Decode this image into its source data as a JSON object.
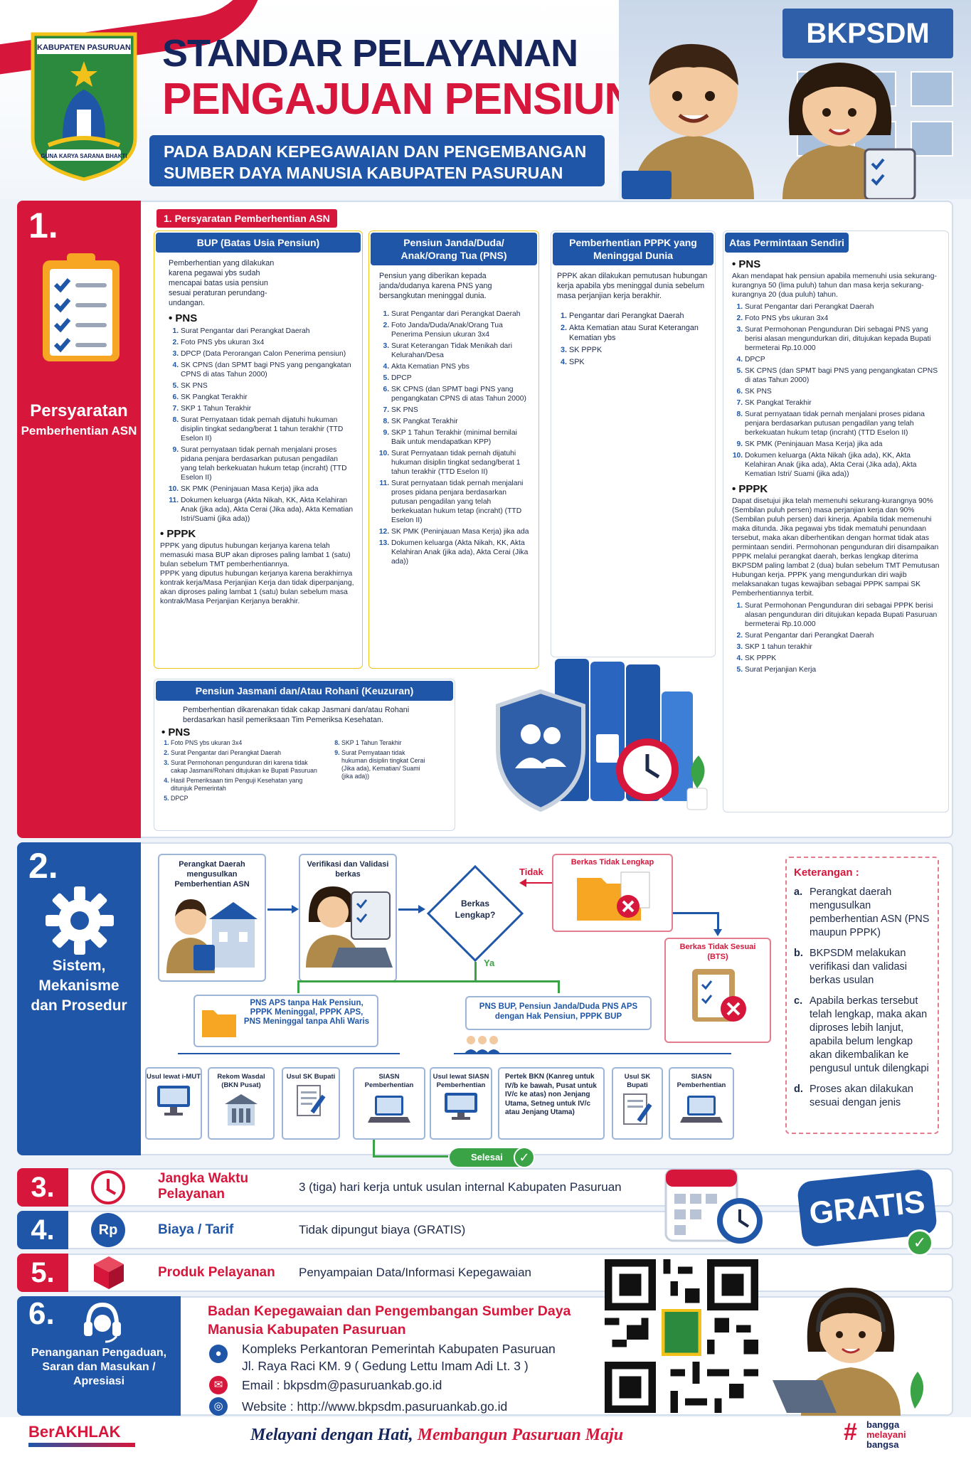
{
  "header": {
    "emblem_text": "KABUPATEN PASURUAN",
    "emblem_motto": "GUNA KARYA SARANA BHAKTI",
    "title_line1": "STANDAR PELAYANAN",
    "title_line2": "PENGAJUAN PENSIUN",
    "subtitle_line1": "PADA BADAN KEPEGAWAIAN DAN PENGEMBANGAN",
    "subtitle_line2": "SUMBER DAYA MANUSIA KABUPATEN PASURUAN",
    "building_sign": "BKPSDM"
  },
  "section1": {
    "number": "1.",
    "side_label": "Persyaratan",
    "side_sub": "Pemberhentian ASN",
    "tag": "1. Persyaratan Pemberhentian ASN",
    "bup": {
      "title": "BUP (Batas Usia Pensiun)",
      "intro": "Pemberhentian yang dilakukan karena pegawai ybs sudah mencapai batas usia pensiun sesuai peraturan perundang-undangan.",
      "pns_label": "PNS",
      "pns_items": [
        "Surat Pengantar dari Perangkat Daerah",
        "Foto PNS ybs ukuran 3x4",
        "DPCP (Data Perorangan Calon Penerima pensiun)",
        "SK CPNS (dan SPMT bagi PNS yang pengangkatan CPNS di atas Tahun 2000)",
        "SK PNS",
        "SK Pangkat Terakhir",
        "SKP 1 Tahun Terakhir",
        "Surat Pernyataan tidak pernah dijatuhi hukuman disiplin tingkat sedang/berat 1 tahun terakhir (TTD Eselon II)",
        "Surat pernyataan tidak pernah menjalani proses pidana penjara berdasarkan putusan pengadilan yang telah berkekuatan hukum tetap (incraht) (TTD Eselon II)",
        "SK PMK (Peninjauan Masa Kerja) jika ada",
        "Dokumen keluarga (Akta Nikah, KK, Akta Kelahiran Anak (jika ada), Akta Cerai (Jika ada), Akta Kematian Istri/Suami (jika ada))"
      ],
      "pppk_label": "PPPK",
      "pppk_text1": "PPPK yang diputus hubungan kerjanya karena telah memasuki masa BUP akan diproses paling lambat 1 (satu) bulan sebelum TMT pemberhentiannya.",
      "pppk_text2": "PPPK yang diputus hubungan kerjanya karena berakhirnya kontrak kerja/Masa Perjanjian Kerja dan tidak diperpanjang, akan diproses paling lambat 1 (satu) bulan sebelum masa kontrak/Masa Perjanjian Kerjanya berakhir."
    },
    "janda": {
      "title": "Pensiun Janda/Duda/ Anak/Orang Tua (PNS)",
      "intro": "Pensiun yang diberikan kepada janda/dudanya karena PNS yang bersangkutan meninggal dunia.",
      "items": [
        "Surat Pengantar dari Perangkat Daerah",
        "Foto Janda/Duda/Anak/Orang Tua Penerima Pensiun ukuran 3x4",
        "Surat Keterangan Tidak Menikah dari Kelurahan/Desa",
        "Akta Kematian PNS ybs",
        "DPCP",
        "SK CPNS (dan SPMT bagi PNS yang pengangkatan CPNS di atas Tahun 2000)",
        "SK PNS",
        "SK Pangkat Terakhir",
        "SKP 1 Tahun Terakhir (minimal bernilai Baik untuk mendapatkan KPP)",
        "Surat Pernyataan tidak pernah dijatuhi hukuman disiplin tingkat sedang/berat 1 tahun terakhir (TTD Eselon II)",
        "Surat pernyataan tidak pernah menjalani proses pidana penjara berdasarkan putusan pengadilan yang telah berkekuatan hukum tetap (incraht) (TTD Eselon II)",
        "SK PMK (Peninjauan Masa Kerja) jika ada",
        "Dokumen keluarga (Akta Nikah, KK, Akta Kelahiran Anak (jika ada), Akta Cerai (Jika ada))"
      ]
    },
    "pppk_md": {
      "title": "Pemberhentian PPPK yang Meninggal Dunia",
      "intro": "PPPK akan dilakukan pemutusan hubungan kerja apabila ybs meninggal dunia sebelum masa perjanjian kerja berakhir.",
      "items": [
        "Pengantar dari Perangkat Daerah",
        "Akta Kematian atau Surat Keterangan Kematian ybs",
        "SK PPPK",
        "SPK"
      ]
    },
    "aps": {
      "title": "Atas Permintaan Sendiri",
      "pns_label": "PNS",
      "pns_intro": "Akan mendapat hak pensiun apabila memenuhi usia sekurang-kurangnya 50 (lima puluh) tahun dan masa kerja sekurang-kurangnya 20 (dua puluh) tahun.",
      "pns_items": [
        "Surat Pengantar dari Perangkat Daerah",
        "Foto PNS ybs ukuran 3x4",
        "Surat Permohonan Pengunduran Diri sebagai PNS yang berisi alasan mengundurkan diri, ditujukan kepada Bupati bermeterai Rp.10.000",
        "DPCP",
        "SK CPNS (dan SPMT bagi PNS yang pengangkatan CPNS di atas Tahun 2000)",
        "SK PNS",
        "SK Pangkat Terakhir",
        "Surat pernyataan tidak pernah menjalani proses pidana penjara berdasarkan putusan pengadilan yang telah berkekuatan hukum tetap (incraht) (TTD Eselon II)",
        "SK PMK (Peninjauan Masa Kerja) jika ada",
        "Dokumen keluarga (Akta Nikah (jika ada), KK, Akta Kelahiran Anak (jika ada), Akta Cerai (Jika ada), Akta Kematian Istri/ Suami (jika ada))"
      ],
      "pppk_label": "PPPK",
      "pppk_text": "Dapat disetujui jika telah memenuhi sekurang-kurangnya 90% (Sembilan puluh persen) masa perjanjian kerja dan 90% (Sembilan puluh persen) dari kinerja. Apabila tidak memenuhi maka ditunda. Jika pegawai ybs tidak mematuhi penundaan tersebut, maka akan diberhentikan dengan hormat tidak atas permintaan sendiri. Permohonan pengunduran diri disampaikan PPPK melalui perangkat daerah, berkas lengkap diterima BKPSDM paling lambat 2 (dua) bulan sebelum TMT Pemutusan Hubungan kerja. PPPK yang mengundurkan diri wajib melaksanakan tugas kewajiban sebagai PPPK sampai SK Pemberhentiannya terbit.",
      "pppk_items": [
        "Surat Permohonan Pengunduran diri sebagai PPPK berisi alasan pengunduran diri ditujukan kepada Bupati Pasuruan bermeterai Rp.10.000",
        "Surat Pengantar dari Perangkat Daerah",
        "SKP 1 tahun terakhir",
        "SK PPPK",
        "Surat Perjanjian Kerja"
      ]
    },
    "uzur": {
      "title": "Pensiun Jasmani dan/Atau Rohani (Keuzuran)",
      "intro": "Pemberhentian dikarenakan tidak cakap Jasmani dan/atau Rohani berdasarkan hasil pemeriksaan Tim Pemeriksa Kesehatan.",
      "pns_label": "PNS",
      "items_left": [
        "Foto PNS ybs ukuran 3x4",
        "Surat Pengantar dari Perangkat Daerah",
        "Surat Permohonan pengunduran diri karena tidak cakap Jasmani/Rohani ditujukan ke Bupati Pasuruan",
        "Hasil Pemeriksaan tim Penguji Kesehatan yang ditunjuk Pemerintah",
        "DPCP"
      ],
      "items_right": [
        "SKP 1 Tahun Terakhir",
        "Surat Pernyataan tidak hukuman disiplin tingkat Cerai (Jika ada), Kematian/ Suami (jika ada))"
      ]
    }
  },
  "section2": {
    "number": "2.",
    "side_label": "Sistem, Mekanisme dan Prosedur",
    "step1": "Perangkat Daerah mengusulkan Pemberhentian ASN",
    "step2": "Verifikasi dan Validasi berkas",
    "decision": "Berkas Lengkap?",
    "no_label": "Tidak",
    "yes_label": "Ya",
    "incomplete": "Berkas Tidak Lengkap",
    "bts": "Berkas Tidak Sesuai (BTS)",
    "branch_left": "PNS APS tanpa Hak Pensiun, PPPK Meninggal, PPPK APS, PNS Meninggal tanpa Ahli Waris",
    "branch_right": "PNS BUP, Pensiun Janda/Duda PNS APS dengan Hak Pensiun, PPPK BUP",
    "sub_left": [
      "Usul lewat i-MUT",
      "Rekom Wasdal (BKN Pusat)",
      "Usul SK Bupati",
      "SIASN Pemberhentian"
    ],
    "sub_right_first": "Usul lewat SIASN Pemberhentian",
    "pertek": "Pertek BKN (Kanreg untuk IV/b ke bawah, Pusat untuk IV/c ke atas) non Jenjang Utama, Setneg untuk IV/c atau Jenjang Utama)",
    "sub_right_rest": [
      "Usul SK Bupati",
      "SIASN Pemberhentian"
    ],
    "done": "Selesai",
    "legend_title": "Keterangan :",
    "legend": [
      {
        "k": "a.",
        "t": "Perangkat daerah mengusulkan pemberhentian ASN (PNS maupun PPPK)"
      },
      {
        "k": "b.",
        "t": "BKPSDM melakukan verifikasi dan validasi berkas usulan"
      },
      {
        "k": "c.",
        "t": "Apabila berkas tersebut telah lengkap, maka akan diproses lebih lanjut, apabila belum lengkap akan dikembalikan ke pengusul untuk dilengkapi"
      },
      {
        "k": "d.",
        "t": "Proses akan dilakukan sesuai dengan jenis"
      }
    ]
  },
  "section3": {
    "number": "3.",
    "label": "Jangka Waktu Pelayanan",
    "value": "3 (tiga) hari kerja untuk usulan internal Kabupaten Pasuruan"
  },
  "section4": {
    "number": "4.",
    "icon_text": "Rp",
    "label": "Biaya / Tarif",
    "value": "Tidak dipungut biaya (GRATIS)"
  },
  "section5": {
    "number": "5.",
    "label": "Produk Pelayanan",
    "value": "Penyampaian Data/Informasi Kepegawaian"
  },
  "gratis_badge": "GRATIS",
  "section6": {
    "number": "6.",
    "side_label": "Penanganan Pengaduan, Saran dan Masukan / Apresiasi",
    "org_line1": "Badan Kepegawaian dan Pengembangan Sumber Daya",
    "org_line2": "Manusia Kabupaten Pasuruan",
    "address_line1": "Kompleks Perkantoran Pemerintah Kabupaten Pasuruan",
    "address_line2": "Jl. Raya Raci KM. 9 ( Gedung Lettu Imam Adi Lt. 3 )",
    "email": "Email  :  bkpsdm@pasuruankab.go.id",
    "website": "Website : http://www.bkpsdm.pasuruankab.go.id"
  },
  "footer": {
    "brand": "BerAKHLAK",
    "tagline_a": "Melayani dengan Hati, ",
    "tagline_b": "Membangun Pasuruan Maju",
    "right_line1": "bangga",
    "right_line2": "melayani",
    "right_line3": "bangsa"
  },
  "colors": {
    "red": "#d6163b",
    "blue": "#1f56a8",
    "navy": "#16265c",
    "green": "#3aa346"
  }
}
